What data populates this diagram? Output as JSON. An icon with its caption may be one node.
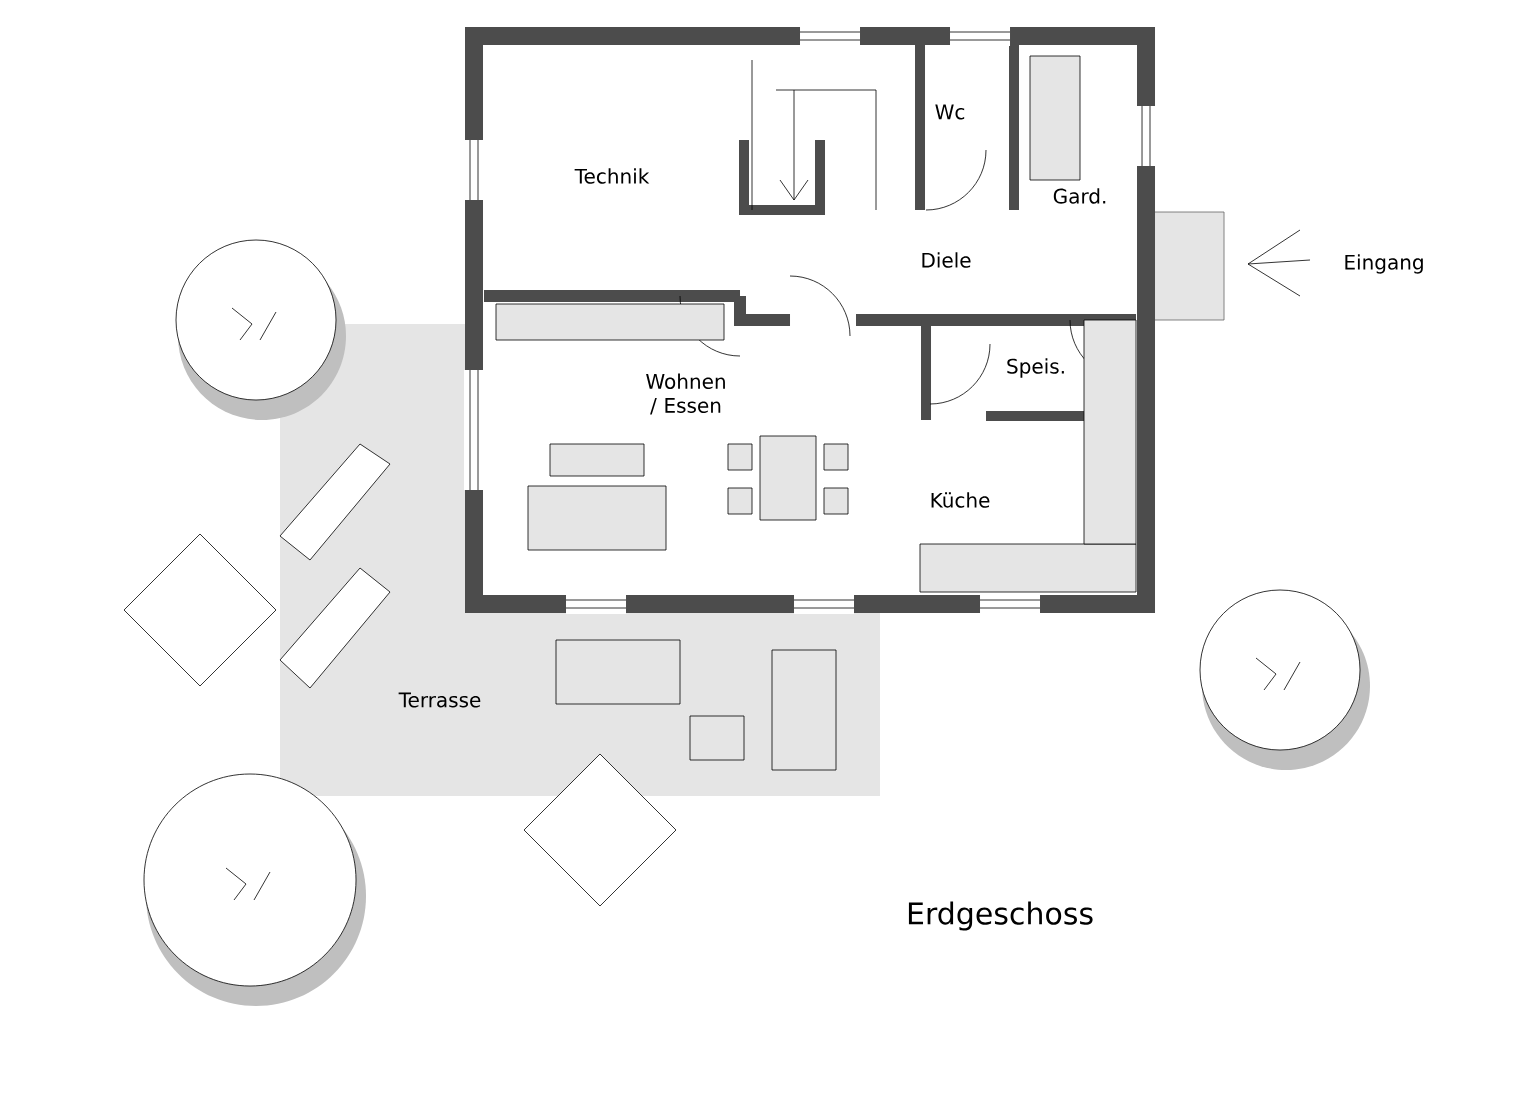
{
  "diagram": {
    "title": "Erdgeschoss",
    "labels": [
      "Technik",
      "Wc",
      "Gard.",
      "Diele",
      "Eingang",
      "Speis.",
      "Wohnen / Essen",
      "Küche",
      "Terrasse"
    ]
  }
}
